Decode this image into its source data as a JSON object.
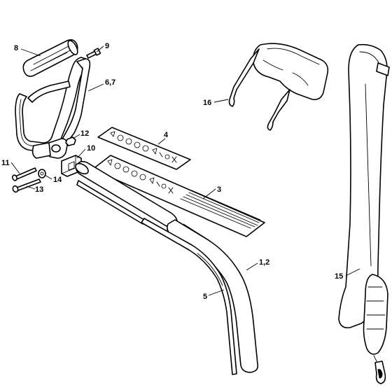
{
  "diagram": {
    "callouts": {
      "c8": "8",
      "c9": "9",
      "c67": "6,7",
      "c16": "16",
      "c4": "4",
      "c12": "12",
      "c10": "10",
      "c11": "11",
      "c14": "14",
      "c13": "13",
      "c3": "3",
      "c12b": "1,2",
      "c5": "5",
      "c15": "15"
    }
  }
}
